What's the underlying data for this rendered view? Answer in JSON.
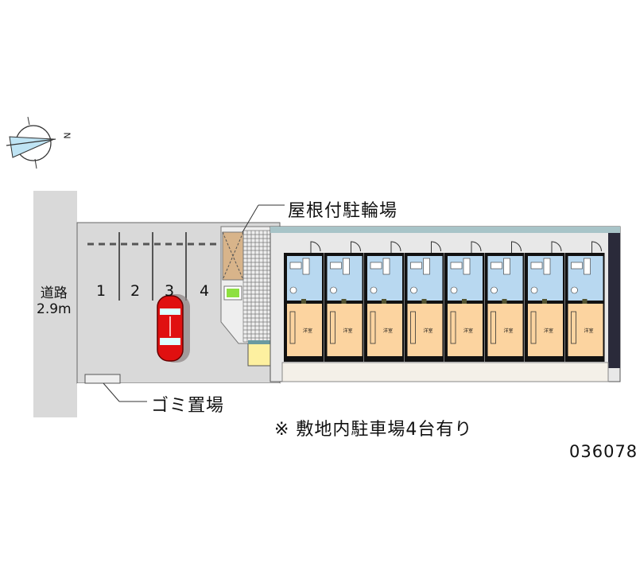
{
  "labels": {
    "bicycle_parking": "屋根付駐輪場",
    "garbage": "ゴミ置場",
    "note": "※ 敷地内駐車場4台有り",
    "property_id": "036078",
    "road_name": "道路",
    "road_width": "2.9m",
    "compass_north": "N",
    "room_label": "洋室"
  },
  "parking_spaces": [
    "1",
    "2",
    "3",
    "4"
  ],
  "units_count": 8,
  "colors": {
    "lot": "#d9d9d9",
    "kitchen": "#b8d8f0",
    "room": "#fcd4a0",
    "car": "#e01010",
    "wall": "#111111"
  }
}
